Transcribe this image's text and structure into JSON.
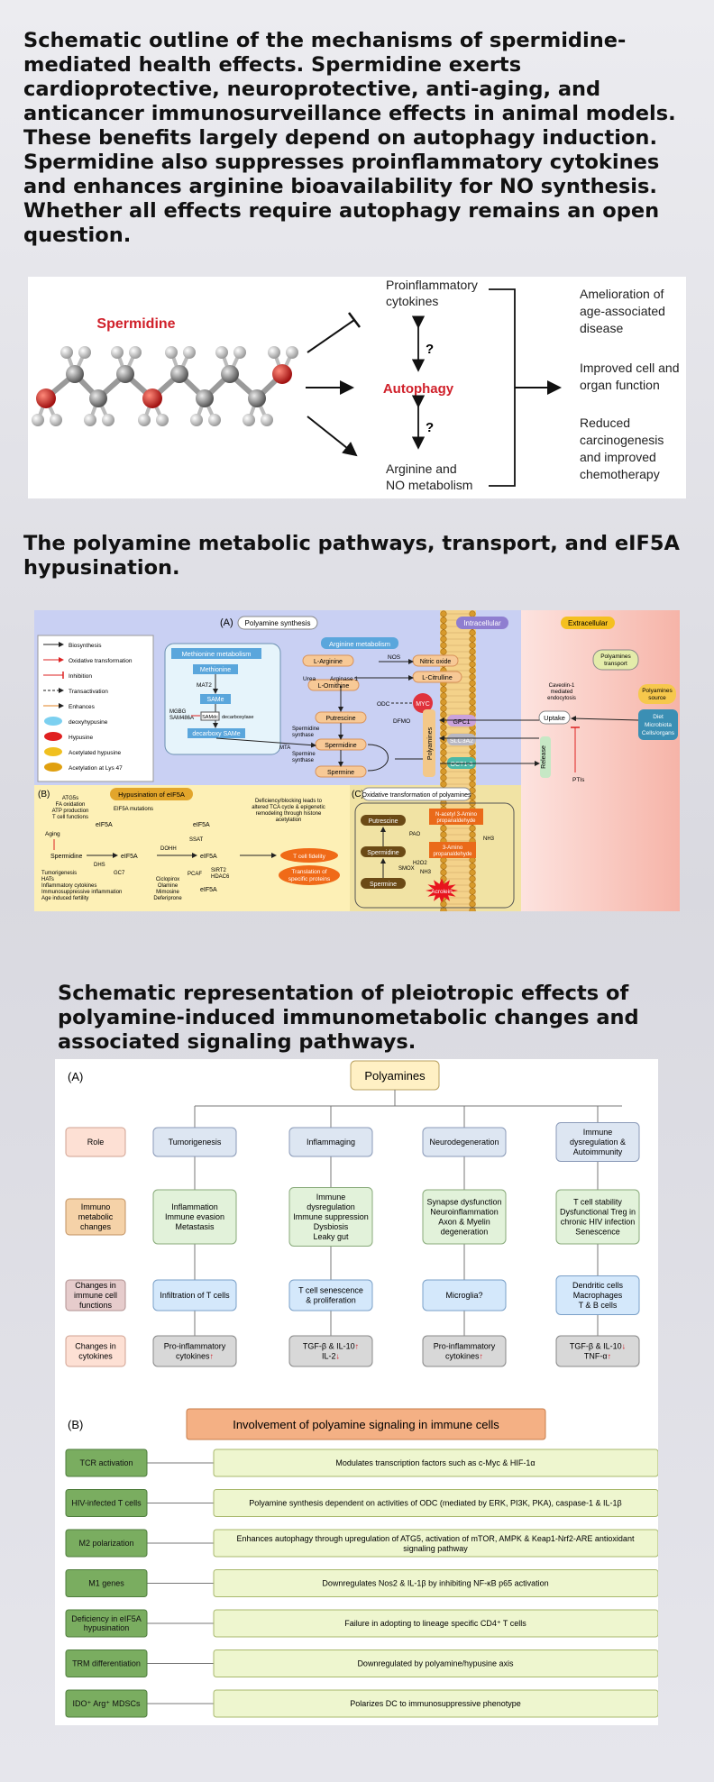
{
  "captions": {
    "c1": "Schematic outline of the mechanisms of spermidine-mediated health effects. Spermidine exerts cardioprotective, neuroprotective, anti-aging, and anticancer immunosurveillance effects in animal models.  These benefits largely depend on autophagy induction. Spermidine also suppresses proinflammatory cytokines and enhances arginine bioavailability for NO synthesis. Whether all effects require autophagy remains an open question.",
    "c2": "The polyamine metabolic pathways, transport, and eIF5A hypusination.",
    "c3": "Schematic representation of pleiotropic effects of polyamine-induced immunometabolic changes and associated signaling pathways."
  },
  "fig1": {
    "spermidine": "Spermidine",
    "autophagy": "Autophagy",
    "proinflammatory": [
      "Proinflammatory",
      "cytokines"
    ],
    "arginine": [
      "Arginine and",
      "NO metabolism"
    ],
    "question": "?",
    "outcomes": [
      [
        "Amelioration of",
        "age-associated",
        "disease"
      ],
      [
        "Improved cell and",
        "organ function"
      ],
      [
        "Reduced",
        "carcinogenesis",
        "and improved",
        "chemotherapy"
      ]
    ]
  },
  "fig2": {
    "panelA": "(A)",
    "panelA_title": "Polyamine synthesis",
    "intracellular": "Intracellular",
    "extracellular": "Extracellular",
    "legend": [
      "Biosynthesis",
      "Oxidative transformation",
      "Inhibition",
      "Transactivation",
      "Enhances",
      "deoxyhypusine",
      "Hypusine",
      "Acetylated hypusine",
      "Acetylation at Lys 47"
    ],
    "methionine": "Methionine metabolism",
    "met": "Methionine",
    "mat2": "MAT2",
    "same": "SAMe",
    "samdc": "SAMdc",
    "decarb": "decarboxy SAMe",
    "mgbg": [
      "MGBG",
      "SAM486A"
    ],
    "samdcl": "decarboxylase",
    "arginine_met": "Arginine metabolism",
    "larg": "L-Arginine",
    "nos": "NOS",
    "nitric": "Nitric oxide",
    "urea": "Urea",
    "arginase": "Arginase 1",
    "lcit": "L-Citrulline",
    "lorn": "L-Ornithine",
    "odc": "ODC",
    "myc": "MYC",
    "putrescine": "Putrescine",
    "dfmo": "DFMO",
    "spd_synth": [
      "Spermidine",
      "synthase"
    ],
    "spermidine": "Spermidine",
    "spm_synth": [
      "Spermine",
      "synthase"
    ],
    "spermine": "Spermine",
    "mta": "MTA",
    "polyamines": "Polyamines",
    "gpc1": "GPC1",
    "slc3a2": "SLC3A2",
    "oct13": "OCT1-3",
    "uptake": "Uptake",
    "release": "Release",
    "pti": "PTIs",
    "transport": [
      "Polyamines",
      "transport"
    ],
    "caveolin": [
      "Caveolin-1",
      "mediated",
      "endocytosis"
    ],
    "pa_source": [
      "Polyamines",
      "source"
    ],
    "diet": [
      "Diet",
      "Microbiota",
      "Cells/organs"
    ],
    "panelB": "(B)",
    "hyp_title": "Hypusination of eIF5A",
    "atg": [
      "ATG5s",
      "FA oxidation",
      "ATP production",
      "T cell functions"
    ],
    "mut": "EIF5A mutations",
    "aging": "Aging",
    "spd": "Spermidine",
    "eif": "eIF5A",
    "dhs": "DHS",
    "gc7": "GC7",
    "dohh": "DOHH",
    "ssat": "SSAT",
    "pcaf": "PCAF",
    "sirt": [
      "SIRT2",
      "HDAC6"
    ],
    "drugs": [
      "Ciclopirox",
      "Olamine",
      "Mimosine",
      "Deferiprone"
    ],
    "tumor": [
      "Tumorigenesis",
      "HATs",
      "Inflammatory cytokines",
      "Immunosuppressive inflammation",
      "Age induced fertility"
    ],
    "deficiency": [
      "Deficiency/blocking leads to",
      "altered TCA cycle & epigenetic",
      "remodeling through histone",
      "acetylation"
    ],
    "fidelity": "T cell fidelity",
    "translation": [
      "Translation of",
      "specific proteins"
    ],
    "panelC": "(C)",
    "ox_title": "Oxidative transformation of polyamines",
    "c_put": "Putrescine",
    "c_spd": "Spermidine",
    "c_spm": "Spermine",
    "pao": "PAO",
    "smox": "SMOX",
    "nacetyl": [
      "N-acetyl 3-Amino",
      "propanaldehyde"
    ],
    "amino": [
      "3-Amino",
      "propanaldehyde"
    ],
    "acrolein": "Acrolein",
    "h2o2": "H2O2",
    "nh3": "NH3"
  },
  "fig3": {
    "panelA": "(A)",
    "root": "Polyamines",
    "row_labels": [
      "Role",
      "Immuno metabolic changes",
      "Changes in immune cell functions",
      "Changes in cytokines"
    ],
    "columns": [
      {
        "role": "Tumorigenesis",
        "meta": [
          "Inflammation",
          "Immune evasion",
          "Metastasis"
        ],
        "func": [
          "Infiltration of T cells"
        ],
        "cyto": [
          "Pro-inflammatory",
          "cytokines↑"
        ]
      },
      {
        "role": "Inflammaging",
        "meta": [
          "Immune",
          "dysregulation",
          "Immune suppression",
          "Dysbiosis",
          "Leaky gut"
        ],
        "func": [
          "T cell senescence",
          "& proliferation"
        ],
        "cyto": [
          "TGF-β & IL-10↑",
          "IL-2↓"
        ]
      },
      {
        "role": "Neurodegeneration",
        "meta": [
          "Synapse dysfunction",
          "Neuroinflammation",
          "Axon & Myelin",
          "degeneration"
        ],
        "func": [
          "Microglia?"
        ],
        "cyto": [
          "Pro-inflammatory",
          "cytokines↑"
        ]
      },
      {
        "role": [
          "Immune",
          "dysregulation &",
          "Autoimmunity"
        ],
        "meta": [
          "T cell stability",
          "Dysfunctional Treg in",
          "chronic HIV infection",
          "Senescence"
        ],
        "func": [
          "Dendritic cells",
          "Macrophages",
          "T & B cells"
        ],
        "cyto": [
          "TGF-β & IL-10↓",
          "TNF-α↑"
        ]
      }
    ],
    "panelB": "(B)",
    "b_title": "Involvement of polyamine signaling in immune cells",
    "rows": [
      {
        "left": "TCR activation",
        "right": [
          "Modulates transcription factors such as c-Myc & HIF-1α"
        ]
      },
      {
        "left": "HIV-infected T cells",
        "right": [
          "Polyamine synthesis dependent on activities of ODC (mediated by ERK, PI3K, PKA), caspase-1 & IL-1β"
        ]
      },
      {
        "left": "M2 polarization",
        "right": [
          "Enhances autophagy through upregulation of ATG5, activation of mTOR, AMPK & Keap1-Nrf2-ARE antioxidant",
          "signaling pathway"
        ]
      },
      {
        "left": "M1 genes",
        "right": [
          "Downregulates Nos2 & IL-1β by inhibiting NF-κB p65 activation"
        ]
      },
      {
        "left": [
          "Deficiency in eIF5A",
          "hypusination"
        ],
        "right": [
          "Failure in adopting to lineage specific CD4⁺ T cells"
        ]
      },
      {
        "left": "TRM differentiation",
        "right": [
          "Downregulated by polyamine/hypusine axis"
        ]
      },
      {
        "left": "IDO⁺ Arg⁺ MDSCs",
        "right": [
          "Polarizes DC to immunosuppressive phenotype"
        ]
      }
    ]
  }
}
